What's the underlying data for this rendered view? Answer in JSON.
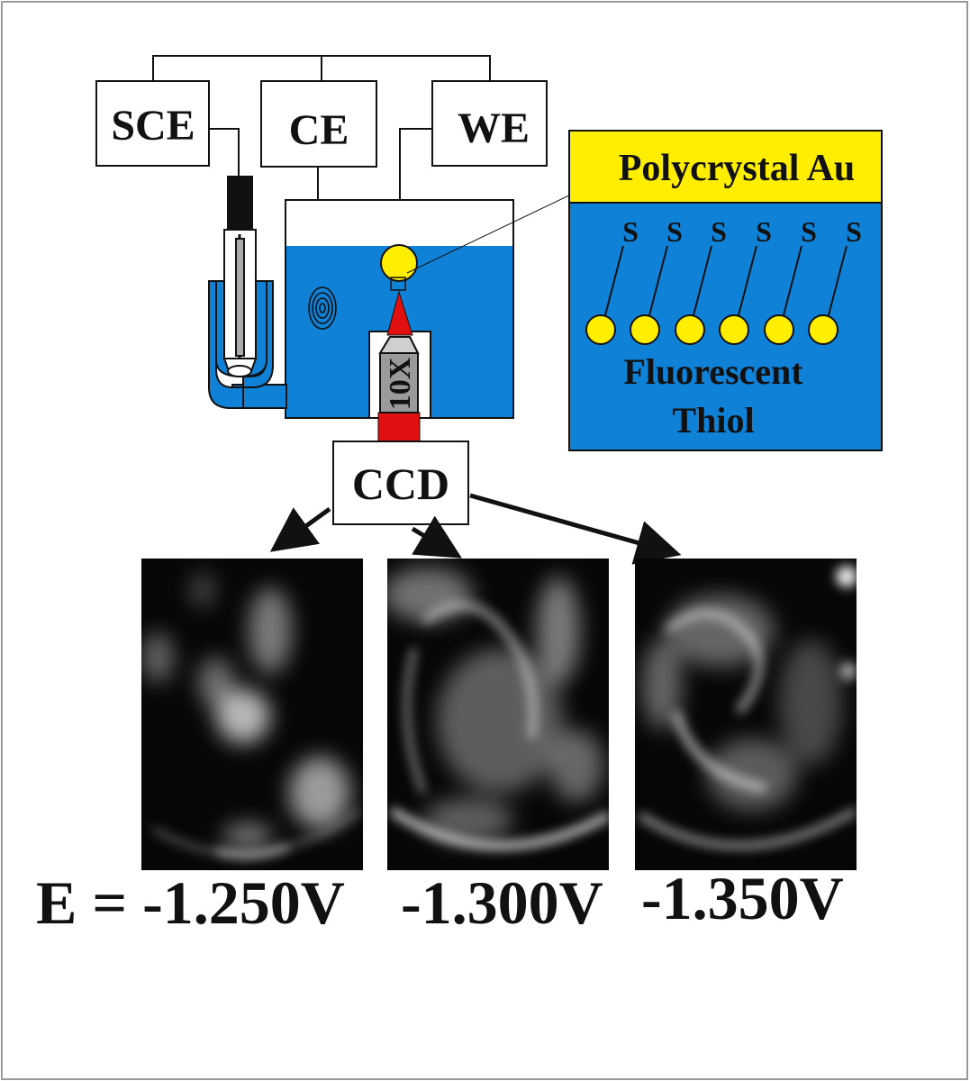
{
  "electrodes": {
    "sce": "SCE",
    "ce": "CE",
    "we": "WE"
  },
  "objective": "10X",
  "detector": "CCD",
  "inset": {
    "surface": "Polycrystal Au",
    "atom": "S",
    "caption_line1": "Fluorescent",
    "caption_line2": "Thiol"
  },
  "potentials": {
    "prefix": "E = ",
    "values": [
      "-1.250V",
      "-1.300V",
      "-1.350V"
    ]
  },
  "colors": {
    "electrolyte": "#0f82d8",
    "gold": "#ffee00",
    "beam": "#e01010",
    "objective_body": "#9a9a9a",
    "ink": "#111111"
  }
}
